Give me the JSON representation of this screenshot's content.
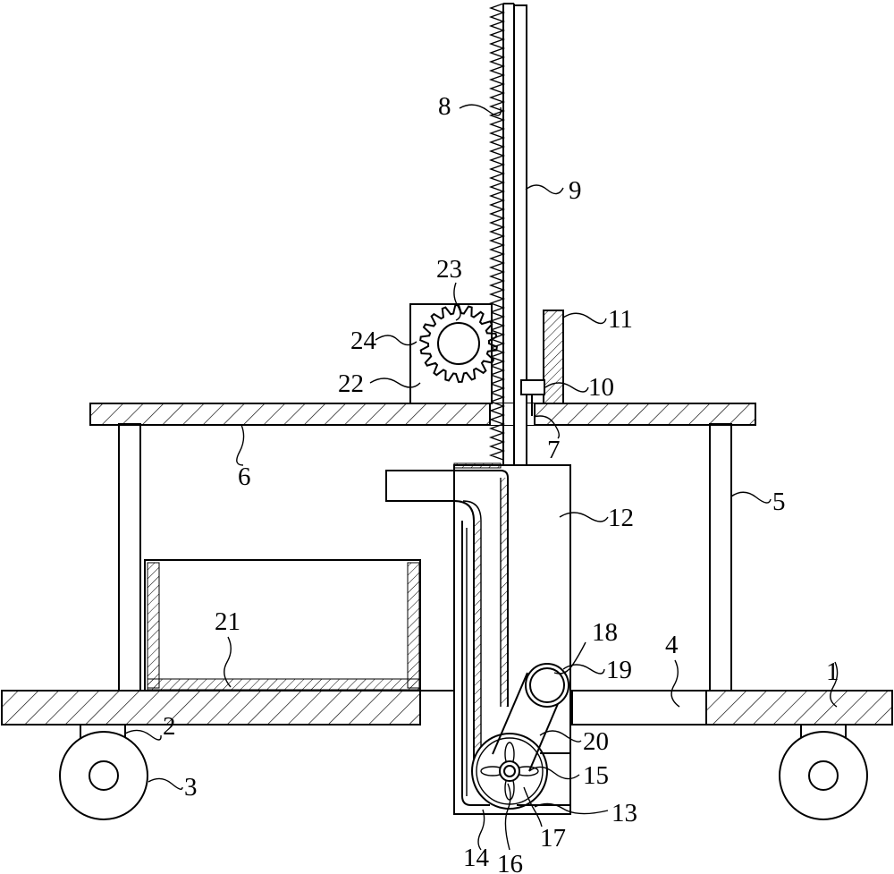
{
  "labels": {
    "l1": "1",
    "l2": "2",
    "l3": "3",
    "l4": "4",
    "l5": "5",
    "l6": "6",
    "l7": "7",
    "l8": "8",
    "l9": "9",
    "l10": "10",
    "l11": "11",
    "l12": "12",
    "l13": "13",
    "l14": "14",
    "l15": "15",
    "l16": "16",
    "l17": "17",
    "l18": "18",
    "l19": "19",
    "l20": "20",
    "l21": "21",
    "l22": "22",
    "l23": "23",
    "l24": "24"
  },
  "colors": {
    "line": "#000000",
    "background": "#ffffff"
  }
}
